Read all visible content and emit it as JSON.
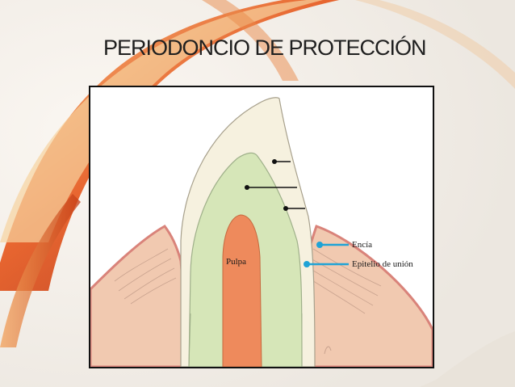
{
  "slide": {
    "title": "PERIODONCIO DE PROTECCIÓN"
  },
  "diagram": {
    "labels": {
      "pulp": "Pulpa",
      "gingiva": "Encía",
      "junctional_epithelium": "Epitelio de unión"
    },
    "colors": {
      "enamel": "#f6f1df",
      "dentin": "#d6e6b8",
      "pulp": "#ee8a5c",
      "gingiva": "#f1c9b0",
      "gingiva_edge": "#d9837a",
      "pointer": "#1fa3d6",
      "leader": "#111111",
      "frame": "#111111",
      "background_accent": "#e0571c"
    },
    "icons": [
      "leader-dot",
      "pointer-dot"
    ]
  }
}
